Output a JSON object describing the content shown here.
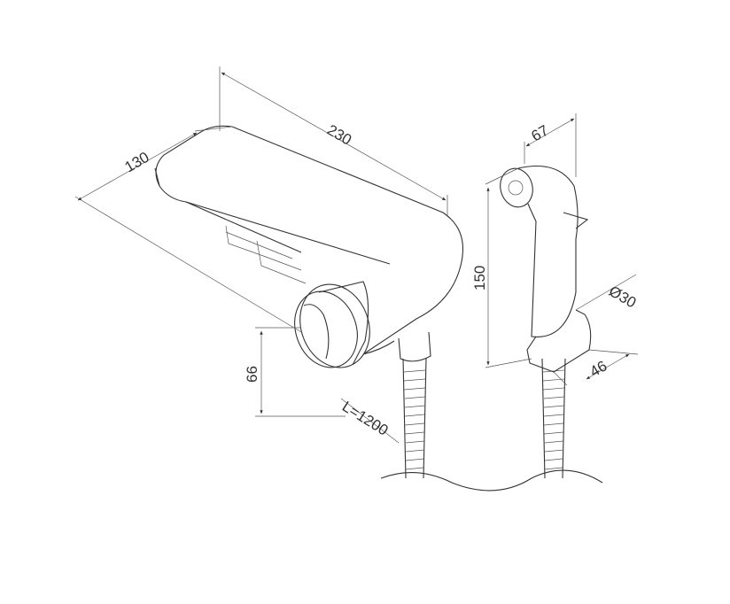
{
  "dimensions": {
    "width_mm": "230",
    "depth_mm": "130",
    "height_mm": "66",
    "hose_length": "L=1200",
    "sprayer_width": "67",
    "sprayer_height": "150",
    "holder_diameter": "Ø30",
    "holder_depth": "46"
  },
  "colors": {
    "line": "#333333",
    "background": "#ffffff"
  }
}
